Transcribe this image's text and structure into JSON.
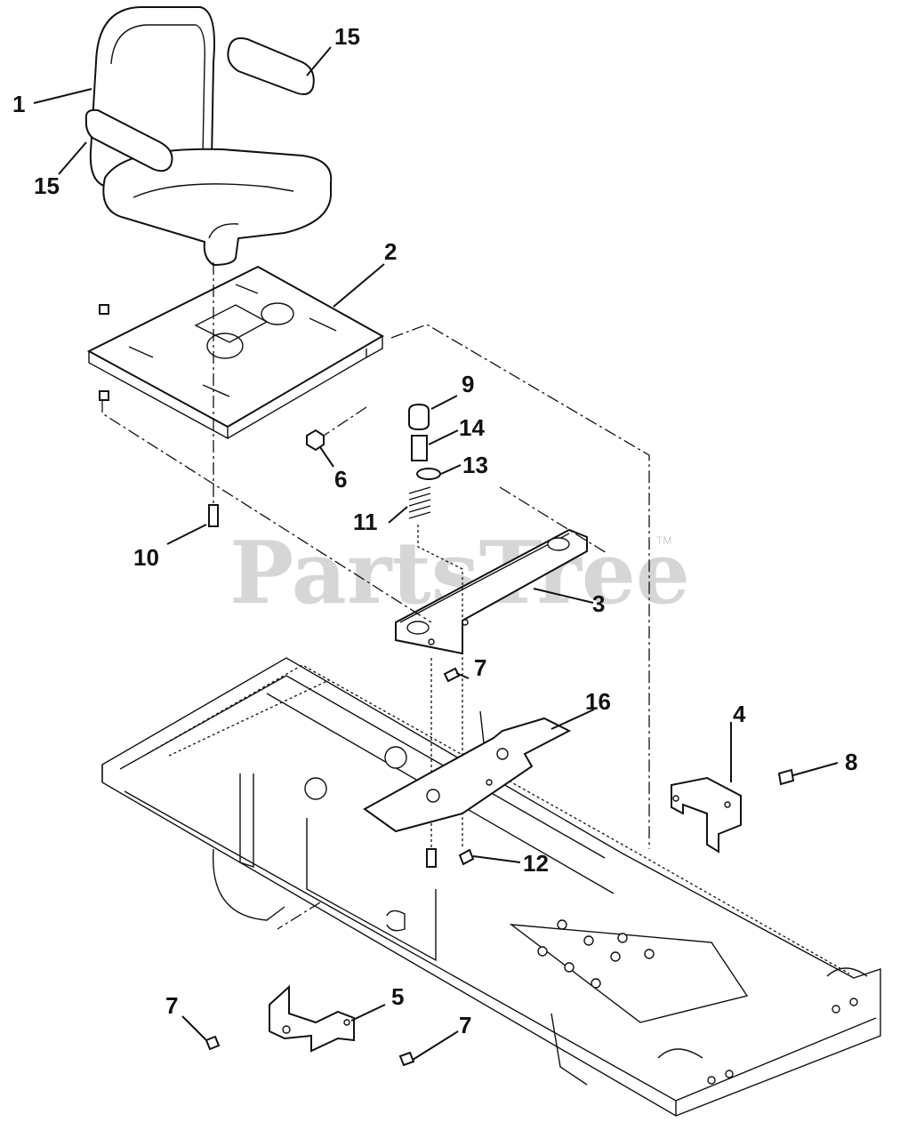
{
  "watermark": {
    "text": "PartsTree",
    "trademark": "TM"
  },
  "callouts": [
    {
      "id": "c1",
      "label": "1"
    },
    {
      "id": "c2",
      "label": "2"
    },
    {
      "id": "c3",
      "label": "3"
    },
    {
      "id": "c4",
      "label": "4"
    },
    {
      "id": "c5",
      "label": "5"
    },
    {
      "id": "c6",
      "label": "6"
    },
    {
      "id": "c7a",
      "label": "7"
    },
    {
      "id": "c7b",
      "label": "7"
    },
    {
      "id": "c7c",
      "label": "7"
    },
    {
      "id": "c8",
      "label": "8"
    },
    {
      "id": "c9",
      "label": "9"
    },
    {
      "id": "c10",
      "label": "10"
    },
    {
      "id": "c11",
      "label": "11"
    },
    {
      "id": "c12",
      "label": "12"
    },
    {
      "id": "c13",
      "label": "13"
    },
    {
      "id": "c14",
      "label": "14"
    },
    {
      "id": "c15a",
      "label": "15"
    },
    {
      "id": "c15b",
      "label": "15"
    },
    {
      "id": "c16",
      "label": "16"
    }
  ]
}
